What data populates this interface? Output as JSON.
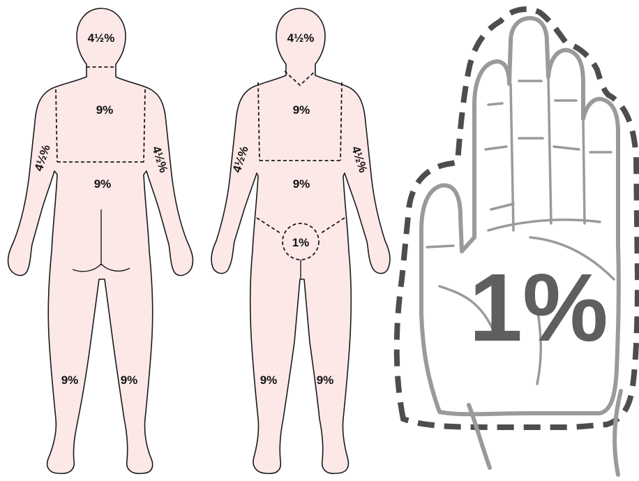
{
  "back_view": {
    "head": "4½%",
    "upper_back": "9%",
    "lower_back": "9%",
    "left_arm": "4½%",
    "right_arm": "4½%",
    "left_leg": "9%",
    "right_leg": "9%"
  },
  "front_view": {
    "head": "4½%",
    "chest": "9%",
    "abdomen": "9%",
    "left_arm": "4½%",
    "right_arm": "4½%",
    "groin": "1%",
    "left_leg": "9%",
    "right_leg": "9%"
  },
  "hand": {
    "label": "1%"
  },
  "colors": {
    "skin": "#fde8e8",
    "outline": "#1a1a1a",
    "hand_stroke": "#9a9a9a",
    "hand_dash": "#4d4d4d",
    "hand_text": "#5f5f5f"
  }
}
